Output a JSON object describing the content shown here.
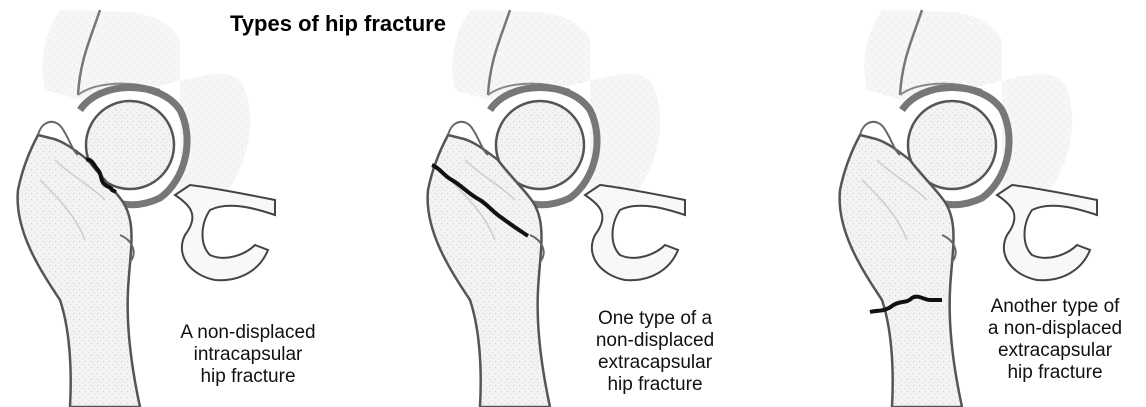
{
  "title": "Types of hip fracture",
  "panels": [
    {
      "caption_lines": [
        "A non-displaced",
        "intracapsular",
        "hip fracture"
      ]
    },
    {
      "caption_lines": [
        "One type of a",
        "non-displaced",
        "extracapsular",
        "hip fracture"
      ]
    },
    {
      "caption_lines": [
        "Another type of",
        "a non-displaced",
        "extracapsular",
        "hip fracture"
      ]
    }
  ],
  "colors": {
    "bone_fill": "#f0f0f0",
    "bone_outline": "#555555",
    "fracture_line": "#111111",
    "background": "#ffffff"
  }
}
